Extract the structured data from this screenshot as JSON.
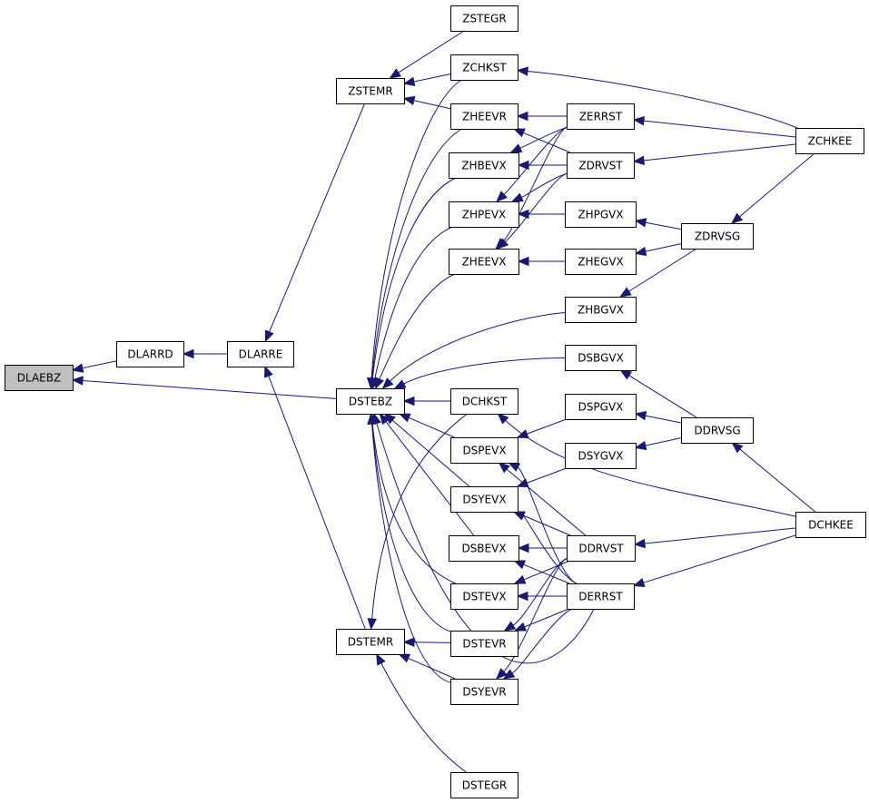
{
  "diagram": {
    "nodes": [
      {
        "id": "DLAEBZ",
        "label": "DLAEBZ",
        "highlight": true
      },
      {
        "id": "DLARRD",
        "label": "DLARRD"
      },
      {
        "id": "DLARRE",
        "label": "DLARRE"
      },
      {
        "id": "ZSTEMR",
        "label": "ZSTEMR"
      },
      {
        "id": "DSTEBZ",
        "label": "DSTEBZ"
      },
      {
        "id": "DSTEMR",
        "label": "DSTEMR"
      },
      {
        "id": "ZSTEGR",
        "label": "ZSTEGR"
      },
      {
        "id": "ZCHKST",
        "label": "ZCHKST"
      },
      {
        "id": "ZHEEVR",
        "label": "ZHEEVR"
      },
      {
        "id": "ZHBEVX",
        "label": "ZHBEVX"
      },
      {
        "id": "ZHPEVX",
        "label": "ZHPEVX"
      },
      {
        "id": "ZHEEVX",
        "label": "ZHEEVX"
      },
      {
        "id": "DCHKST",
        "label": "DCHKST"
      },
      {
        "id": "DSPEVX",
        "label": "DSPEVX"
      },
      {
        "id": "DSYEVX",
        "label": "DSYEVX"
      },
      {
        "id": "DSBEVX",
        "label": "DSBEVX"
      },
      {
        "id": "DSTEVX",
        "label": "DSTEVX"
      },
      {
        "id": "DSTEVR",
        "label": "DSTEVR"
      },
      {
        "id": "DSYEVR",
        "label": "DSYEVR"
      },
      {
        "id": "DSTEGR",
        "label": "DSTEGR"
      },
      {
        "id": "ZERRST",
        "label": "ZERRST"
      },
      {
        "id": "ZDRVST",
        "label": "ZDRVST"
      },
      {
        "id": "ZHPGVX",
        "label": "ZHPGVX"
      },
      {
        "id": "ZHEGVX",
        "label": "ZHEGVX"
      },
      {
        "id": "ZHBGVX",
        "label": "ZHBGVX"
      },
      {
        "id": "DSBGVX",
        "label": "DSBGVX"
      },
      {
        "id": "DSPGVX",
        "label": "DSPGVX"
      },
      {
        "id": "DSYGVX",
        "label": "DSYGVX"
      },
      {
        "id": "DDRVST",
        "label": "DDRVST"
      },
      {
        "id": "DERRST",
        "label": "DERRST"
      },
      {
        "id": "ZCHKEE",
        "label": "ZCHKEE"
      },
      {
        "id": "ZDRVSG",
        "label": "ZDRVSG"
      },
      {
        "id": "DDRVSG",
        "label": "DDRVSG"
      },
      {
        "id": "DCHKEE",
        "label": "DCHKEE"
      }
    ],
    "edges": [
      {
        "from": "DLARRD",
        "to": "DLAEBZ"
      },
      {
        "from": "DSTEBZ",
        "to": "DLAEBZ"
      },
      {
        "from": "DLARRE",
        "to": "DLARRD"
      },
      {
        "from": "ZSTEMR",
        "to": "DLARRE"
      },
      {
        "from": "DSTEMR",
        "to": "DLARRE"
      },
      {
        "from": "ZSTEGR",
        "to": "ZSTEMR"
      },
      {
        "from": "ZCHKST",
        "to": "ZSTEMR"
      },
      {
        "from": "ZHEEVR",
        "to": "ZSTEMR"
      },
      {
        "from": "ZCHKST",
        "to": "DSTEBZ"
      },
      {
        "from": "ZHEEVR",
        "to": "DSTEBZ"
      },
      {
        "from": "ZHBEVX",
        "to": "DSTEBZ"
      },
      {
        "from": "ZHPEVX",
        "to": "DSTEBZ"
      },
      {
        "from": "ZHEEVX",
        "to": "DSTEBZ"
      },
      {
        "from": "ZHBGVX",
        "to": "DSTEBZ"
      },
      {
        "from": "DSBGVX",
        "to": "DSTEBZ"
      },
      {
        "from": "DCHKST",
        "to": "DSTEBZ"
      },
      {
        "from": "DSPEVX",
        "to": "DSTEBZ"
      },
      {
        "from": "DSYEVX",
        "to": "DSTEBZ"
      },
      {
        "from": "DSBEVX",
        "to": "DSTEBZ"
      },
      {
        "from": "DSTEVX",
        "to": "DSTEBZ"
      },
      {
        "from": "DSTEVR",
        "to": "DSTEBZ"
      },
      {
        "from": "DSYEVR",
        "to": "DSTEBZ"
      },
      {
        "from": "DERRST",
        "to": "DSTEBZ"
      },
      {
        "from": "DCHKST",
        "to": "DSTEMR"
      },
      {
        "from": "DSTEVR",
        "to": "DSTEMR"
      },
      {
        "from": "DSYEVR",
        "to": "DSTEMR"
      },
      {
        "from": "DSTEGR",
        "to": "DSTEMR"
      },
      {
        "from": "ZCHKEE",
        "to": "ZCHKST"
      },
      {
        "from": "ZERRST",
        "to": "ZHEEVR"
      },
      {
        "from": "ZDRVST",
        "to": "ZHEEVR"
      },
      {
        "from": "ZERRST",
        "to": "ZHBEVX"
      },
      {
        "from": "ZDRVST",
        "to": "ZHBEVX"
      },
      {
        "from": "ZERRST",
        "to": "ZHPEVX"
      },
      {
        "from": "ZDRVST",
        "to": "ZHPEVX"
      },
      {
        "from": "ZHPGVX",
        "to": "ZHPEVX"
      },
      {
        "from": "ZERRST",
        "to": "ZHEEVX"
      },
      {
        "from": "ZDRVST",
        "to": "ZHEEVX"
      },
      {
        "from": "ZHEGVX",
        "to": "ZHEEVX"
      },
      {
        "from": "ZCHKEE",
        "to": "ZERRST"
      },
      {
        "from": "ZCHKEE",
        "to": "ZDRVST"
      },
      {
        "from": "ZCHKEE",
        "to": "ZDRVSG"
      },
      {
        "from": "ZDRVSG",
        "to": "ZHPGVX"
      },
      {
        "from": "ZDRVSG",
        "to": "ZHEGVX"
      },
      {
        "from": "ZDRVSG",
        "to": "ZHBGVX"
      },
      {
        "from": "DDRVSG",
        "to": "DSBGVX"
      },
      {
        "from": "DDRVSG",
        "to": "DSPGVX"
      },
      {
        "from": "DDRVSG",
        "to": "DSYGVX"
      },
      {
        "from": "DSPGVX",
        "to": "DSPEVX"
      },
      {
        "from": "DSYGVX",
        "to": "DSYEVX"
      },
      {
        "from": "DCHKEE",
        "to": "DCHKST"
      },
      {
        "from": "DCHKEE",
        "to": "DDRVSG"
      },
      {
        "from": "DCHKEE",
        "to": "DDRVST"
      },
      {
        "from": "DCHKEE",
        "to": "DERRST"
      },
      {
        "from": "DDRVST",
        "to": "DSPEVX"
      },
      {
        "from": "DDRVST",
        "to": "DSYEVX"
      },
      {
        "from": "DDRVST",
        "to": "DSBEVX"
      },
      {
        "from": "DDRVST",
        "to": "DSTEVX"
      },
      {
        "from": "DDRVST",
        "to": "DSTEVR"
      },
      {
        "from": "DDRVST",
        "to": "DSYEVR"
      },
      {
        "from": "DERRST",
        "to": "DSPEVX"
      },
      {
        "from": "DERRST",
        "to": "DSYEVX"
      },
      {
        "from": "DERRST",
        "to": "DSBEVX"
      },
      {
        "from": "DERRST",
        "to": "DSTEVX"
      },
      {
        "from": "DERRST",
        "to": "DSTEVR"
      },
      {
        "from": "DERRST",
        "to": "DSYEVR"
      }
    ]
  }
}
